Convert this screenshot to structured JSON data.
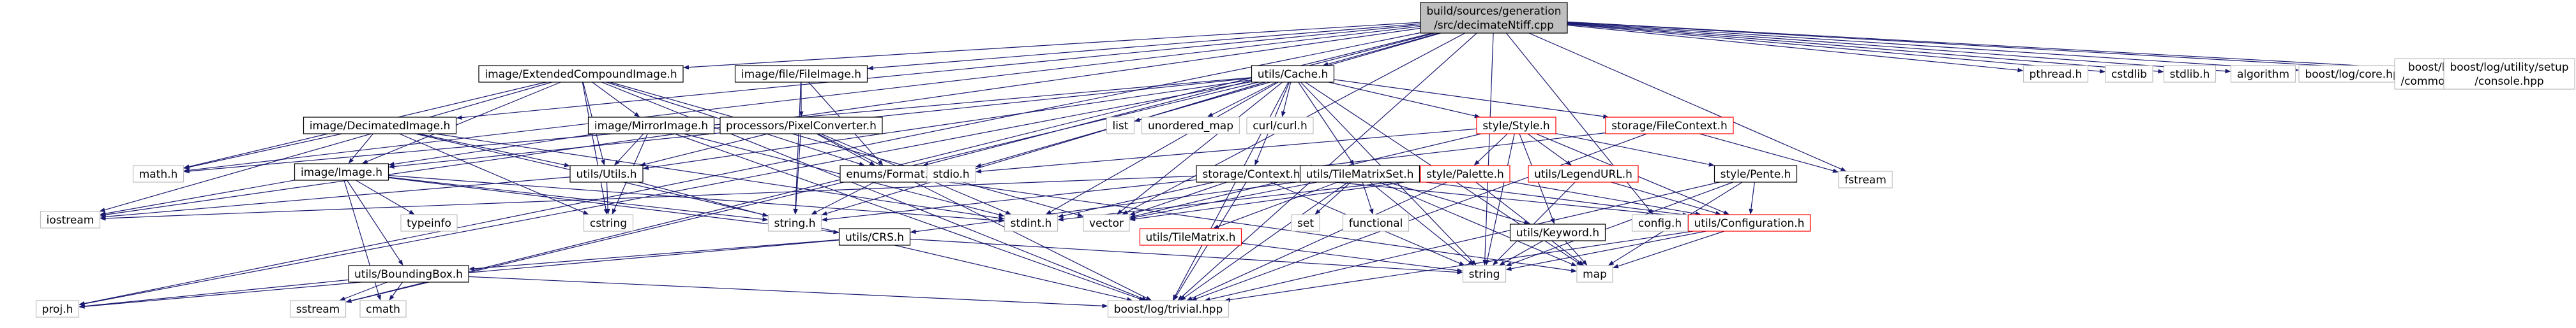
{
  "colors": {
    "edge": "#191970",
    "root_fill": "#bfbfbf",
    "root_border": "#000000",
    "node_border": "#000000",
    "node_fill": "#ffffff",
    "external_border": "#bfbfbf",
    "partial_border": "#ff0000"
  },
  "nodes": [
    {
      "id": "root",
      "label": "build/sources/generation\n/src/decimateNtiff.cpp",
      "style": "root"
    },
    {
      "id": "ext_compound",
      "label": "image/ExtendedCompoundImage.h",
      "style": "normal"
    },
    {
      "id": "file_image",
      "label": "image/file/FileImage.h",
      "style": "normal"
    },
    {
      "id": "cache",
      "label": "utils/Cache.h",
      "style": "normal"
    },
    {
      "id": "decimated",
      "label": "image/DecimatedImage.h",
      "style": "normal"
    },
    {
      "id": "mirror",
      "label": "image/MirrorImage.h",
      "style": "normal"
    },
    {
      "id": "pixconv",
      "label": "processors/PixelConverter.h",
      "style": "normal"
    },
    {
      "id": "image",
      "label": "image/Image.h",
      "style": "normal"
    },
    {
      "id": "utils",
      "label": "utils/Utils.h",
      "style": "normal"
    },
    {
      "id": "enums",
      "label": "enums/Format.h",
      "style": "normal"
    },
    {
      "id": "style",
      "label": "style/Style.h",
      "style": "partial"
    },
    {
      "id": "filecontext",
      "label": "storage/FileContext.h",
      "style": "partial"
    },
    {
      "id": "context",
      "label": "storage/Context.h",
      "style": "normal"
    },
    {
      "id": "tms",
      "label": "utils/TileMatrixSet.h",
      "style": "normal"
    },
    {
      "id": "palette",
      "label": "style/Palette.h",
      "style": "partial"
    },
    {
      "id": "legend",
      "label": "utils/LegendURL.h",
      "style": "partial"
    },
    {
      "id": "pente",
      "label": "style/Pente.h",
      "style": "normal"
    },
    {
      "id": "crs",
      "label": "utils/CRS.h",
      "style": "normal"
    },
    {
      "id": "tilematrix",
      "label": "utils/TileMatrix.h",
      "style": "partial"
    },
    {
      "id": "keyword",
      "label": "utils/Keyword.h",
      "style": "normal"
    },
    {
      "id": "configuration",
      "label": "utils/Configuration.h",
      "style": "partial"
    },
    {
      "id": "bbox",
      "label": "utils/BoundingBox.h",
      "style": "normal"
    },
    {
      "id": "math",
      "label": "math.h",
      "style": "external"
    },
    {
      "id": "iostream",
      "label": "iostream",
      "style": "external"
    },
    {
      "id": "typeinfo",
      "label": "typeinfo",
      "style": "external"
    },
    {
      "id": "cstring",
      "label": "cstring",
      "style": "external"
    },
    {
      "id": "string_h",
      "label": "string.h",
      "style": "external"
    },
    {
      "id": "stdint",
      "label": "stdint.h",
      "style": "external"
    },
    {
      "id": "stdio",
      "label": "stdio.h",
      "style": "external"
    },
    {
      "id": "vector",
      "label": "vector",
      "style": "external"
    },
    {
      "id": "list",
      "label": "list",
      "style": "external"
    },
    {
      "id": "unordered_map",
      "label": "unordered_map",
      "style": "external"
    },
    {
      "id": "curl",
      "label": "curl/curl.h",
      "style": "external"
    },
    {
      "id": "set",
      "label": "set",
      "style": "external"
    },
    {
      "id": "functional",
      "label": "functional",
      "style": "external"
    },
    {
      "id": "config",
      "label": "config.h",
      "style": "external"
    },
    {
      "id": "fstream",
      "label": "fstream",
      "style": "external"
    },
    {
      "id": "string",
      "label": "string",
      "style": "external"
    },
    {
      "id": "map",
      "label": "map",
      "style": "external"
    },
    {
      "id": "proj",
      "label": "proj.h",
      "style": "external"
    },
    {
      "id": "sstream",
      "label": "sstream",
      "style": "external"
    },
    {
      "id": "cmath",
      "label": "cmath",
      "style": "external"
    },
    {
      "id": "trivial",
      "label": "boost/log/trivial.hpp",
      "style": "external"
    },
    {
      "id": "pthread",
      "label": "pthread.h",
      "style": "external"
    },
    {
      "id": "cstdlib",
      "label": "cstdlib",
      "style": "external"
    },
    {
      "id": "stdlib",
      "label": "stdlib.h",
      "style": "external"
    },
    {
      "id": "algorithm",
      "label": "algorithm",
      "style": "external"
    },
    {
      "id": "logcore",
      "label": "boost/log/core.hpp",
      "style": "external"
    },
    {
      "id": "common_attr",
      "label": "boost/log/utility/setup\n/common_attributes.hpp",
      "style": "external"
    },
    {
      "id": "console",
      "label": "boost/log/utility/setup\n/console.hpp",
      "style": "external"
    }
  ],
  "edges": [
    [
      "root",
      "ext_compound"
    ],
    [
      "root",
      "file_image"
    ],
    [
      "root",
      "cache"
    ],
    [
      "root",
      "decimated"
    ],
    [
      "root",
      "enums"
    ],
    [
      "root",
      "math"
    ],
    [
      "root",
      "iostream"
    ],
    [
      "root",
      "sstream"
    ],
    [
      "root",
      "proj"
    ],
    [
      "root",
      "stdio"
    ],
    [
      "root",
      "fstream"
    ],
    [
      "root",
      "trivial"
    ],
    [
      "root",
      "string"
    ],
    [
      "root",
      "vector"
    ],
    [
      "root",
      "config"
    ],
    [
      "root",
      "pthread"
    ],
    [
      "root",
      "cstdlib"
    ],
    [
      "root",
      "stdlib"
    ],
    [
      "root",
      "algorithm"
    ],
    [
      "root",
      "logcore"
    ],
    [
      "root",
      "common_attr"
    ],
    [
      "root",
      "console"
    ],
    [
      "ext_compound",
      "image"
    ],
    [
      "ext_compound",
      "mirror"
    ],
    [
      "ext_compound",
      "utils"
    ],
    [
      "ext_compound",
      "math"
    ],
    [
      "ext_compound",
      "iostream"
    ],
    [
      "ext_compound",
      "enums"
    ],
    [
      "ext_compound",
      "vector"
    ],
    [
      "ext_compound",
      "trivial"
    ],
    [
      "ext_compound",
      "cstring"
    ],
    [
      "file_image",
      "pixconv"
    ],
    [
      "file_image",
      "string_h"
    ],
    [
      "file_image",
      "enums"
    ],
    [
      "cache",
      "image"
    ],
    [
      "cache",
      "utils"
    ],
    [
      "cache",
      "math"
    ],
    [
      "cache",
      "sstream"
    ],
    [
      "cache",
      "proj"
    ],
    [
      "cache",
      "list"
    ],
    [
      "cache",
      "unordered_map"
    ],
    [
      "cache",
      "curl"
    ],
    [
      "cache",
      "style"
    ],
    [
      "cache",
      "filecontext"
    ],
    [
      "cache",
      "context"
    ],
    [
      "cache",
      "tms"
    ],
    [
      "cache",
      "stdint"
    ],
    [
      "cache",
      "vector"
    ],
    [
      "cache",
      "string_h"
    ],
    [
      "cache",
      "trivial"
    ],
    [
      "cache",
      "map"
    ],
    [
      "cache",
      "string"
    ],
    [
      "decimated",
      "image"
    ],
    [
      "decimated",
      "math"
    ],
    [
      "decimated",
      "utils"
    ],
    [
      "decimated",
      "cstring"
    ],
    [
      "decimated",
      "trivial"
    ],
    [
      "decimated",
      "stdint"
    ],
    [
      "mirror",
      "image"
    ],
    [
      "mirror",
      "utils"
    ],
    [
      "mirror",
      "cstring"
    ],
    [
      "mirror",
      "trivial"
    ],
    [
      "mirror",
      "stdint"
    ],
    [
      "pixconv",
      "utils"
    ],
    [
      "pixconv",
      "enums"
    ],
    [
      "pixconv",
      "string_h"
    ],
    [
      "pixconv",
      "trivial"
    ],
    [
      "pixconv",
      "stdint"
    ],
    [
      "image",
      "iostream"
    ],
    [
      "image",
      "typeinfo"
    ],
    [
      "image",
      "crs"
    ],
    [
      "image",
      "bbox"
    ],
    [
      "image",
      "cmath"
    ],
    [
      "image",
      "string_h"
    ],
    [
      "image",
      "stdint"
    ],
    [
      "utils",
      "cstring"
    ],
    [
      "utils",
      "iostream"
    ],
    [
      "utils",
      "string_h"
    ],
    [
      "enums",
      "string_h"
    ],
    [
      "enums",
      "map"
    ],
    [
      "style",
      "palette"
    ],
    [
      "style",
      "legend"
    ],
    [
      "style",
      "pente"
    ],
    [
      "style",
      "keyword"
    ],
    [
      "style",
      "configuration"
    ],
    [
      "style",
      "string"
    ],
    [
      "style",
      "vector"
    ],
    [
      "style",
      "stdio"
    ],
    [
      "filecontext",
      "context"
    ],
    [
      "filecontext",
      "fstream"
    ],
    [
      "filecontext",
      "trivial"
    ],
    [
      "context",
      "iostream"
    ],
    [
      "context",
      "vector"
    ],
    [
      "context",
      "string"
    ],
    [
      "context",
      "configuration"
    ],
    [
      "context",
      "trivial"
    ],
    [
      "context",
      "stdint"
    ],
    [
      "context",
      "string_h"
    ],
    [
      "tms",
      "tilematrix"
    ],
    [
      "tms",
      "crs"
    ],
    [
      "tms",
      "keyword"
    ],
    [
      "tms",
      "configuration"
    ],
    [
      "tms",
      "map"
    ],
    [
      "tms",
      "set"
    ],
    [
      "tms",
      "functional"
    ],
    [
      "tms",
      "vector"
    ],
    [
      "tms",
      "string"
    ],
    [
      "tms",
      "trivial"
    ],
    [
      "palette",
      "vector"
    ],
    [
      "palette",
      "configuration"
    ],
    [
      "palette",
      "trivial"
    ],
    [
      "palette",
      "map"
    ],
    [
      "palette",
      "stdint"
    ],
    [
      "legend",
      "configuration"
    ],
    [
      "legend",
      "string"
    ],
    [
      "pente",
      "configuration"
    ],
    [
      "pente",
      "string"
    ],
    [
      "pente",
      "trivial"
    ],
    [
      "pente",
      "map"
    ],
    [
      "crs",
      "bbox"
    ],
    [
      "crs",
      "string"
    ],
    [
      "crs",
      "proj"
    ],
    [
      "tilematrix",
      "string"
    ],
    [
      "keyword",
      "string"
    ],
    [
      "keyword",
      "map"
    ],
    [
      "configuration",
      "string"
    ],
    [
      "configuration",
      "map"
    ],
    [
      "configuration",
      "trivial"
    ],
    [
      "bbox",
      "proj"
    ],
    [
      "bbox",
      "sstream"
    ],
    [
      "bbox",
      "cmath"
    ],
    [
      "bbox",
      "trivial"
    ]
  ]
}
